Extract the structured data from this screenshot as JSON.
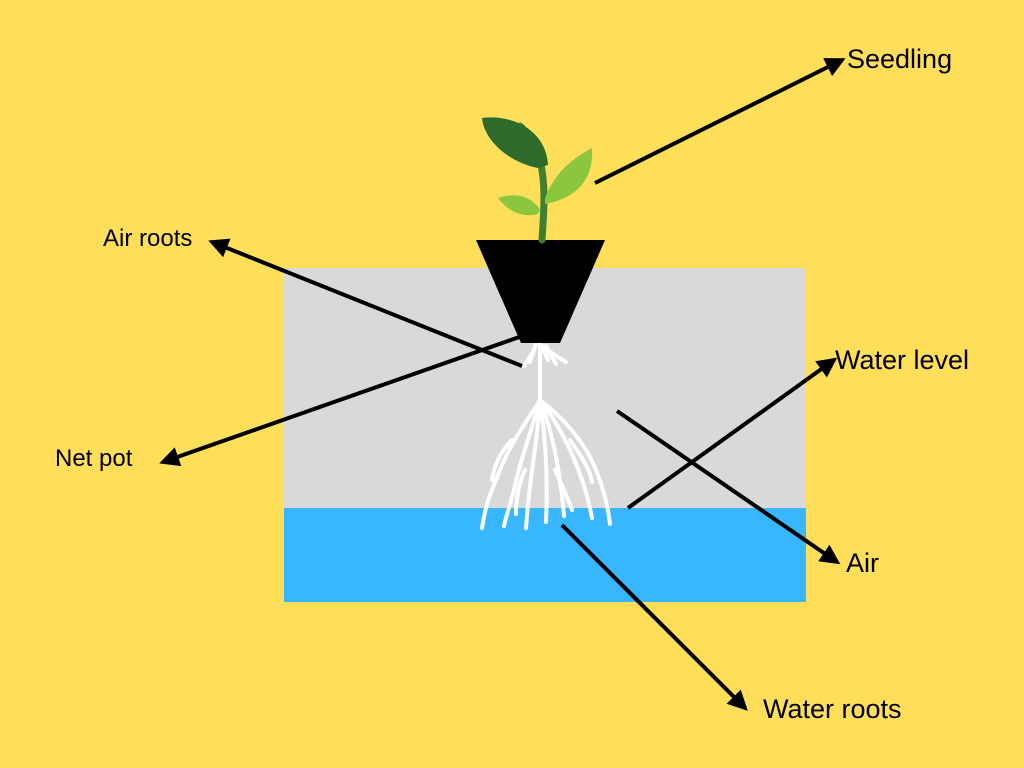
{
  "labels": {
    "seedling": "Seedling",
    "air_roots": "Air roots",
    "water_level": "Water level",
    "net_pot": "Net pot",
    "air": "Air",
    "water_roots": "Water roots"
  },
  "colors": {
    "background": "#FFDE59",
    "air_zone": "#D9D9D9",
    "water": "#38B6FF",
    "net_pot": "#000000",
    "stem": "#3F7F2E",
    "leaf_dark": "#2E6B2A",
    "leaf_light": "#8CC63F",
    "roots": "#FFFFFF",
    "arrow": "#000000"
  }
}
